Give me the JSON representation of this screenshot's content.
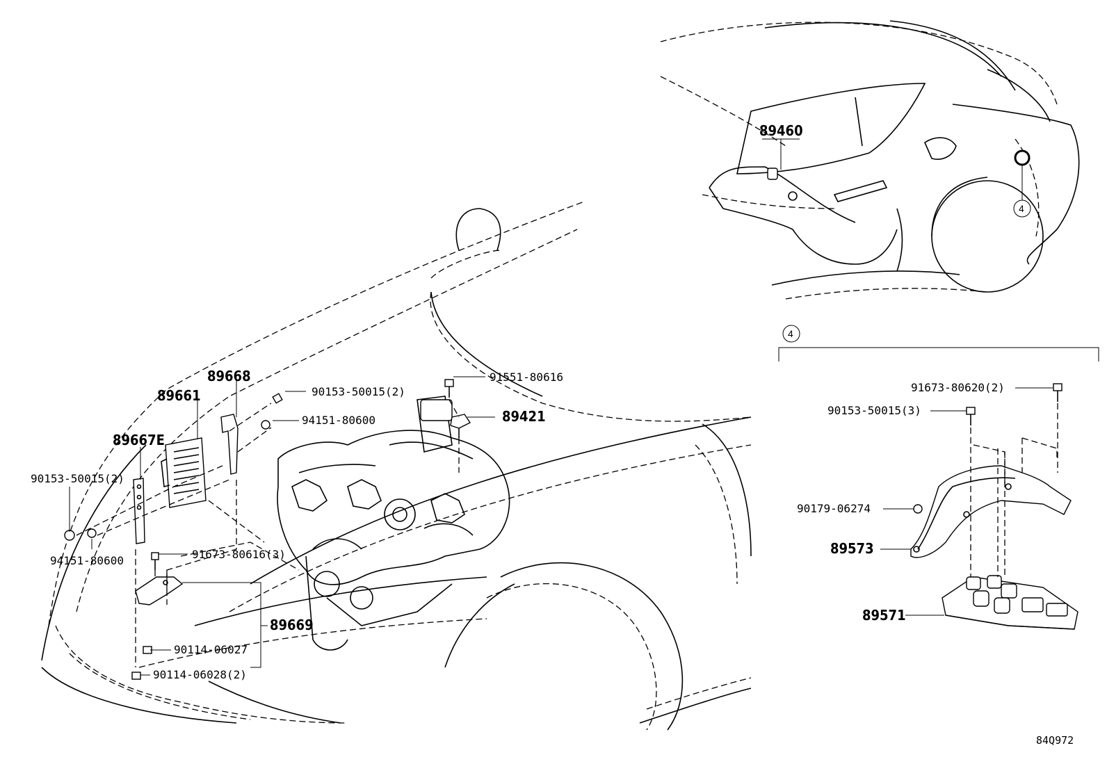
{
  "diagram_code": "84Q972",
  "detail_ref": "4",
  "callouts": [
    {
      "id": "89460",
      "text": "89460",
      "size": "big"
    },
    {
      "id": "89668",
      "text": "89668",
      "size": "big"
    },
    {
      "id": "89661",
      "text": "89661",
      "size": "big"
    },
    {
      "id": "89667E",
      "text": "89667E",
      "size": "big"
    },
    {
      "id": "89421",
      "text": "89421",
      "size": "big"
    },
    {
      "id": "89669",
      "text": "89669",
      "size": "big"
    },
    {
      "id": "89573",
      "text": "89573",
      "size": "big"
    },
    {
      "id": "89571",
      "text": "89571",
      "size": "big"
    },
    {
      "id": "90153-50015-2-a",
      "text": "90153-50015(2)",
      "size": "small"
    },
    {
      "id": "94151-80600-a",
      "text": "94151-80600",
      "size": "small"
    },
    {
      "id": "91551-80616",
      "text": "91551-80616",
      "size": "small"
    },
    {
      "id": "90153-50015-2-b",
      "text": "90153-50015(2)",
      "size": "small"
    },
    {
      "id": "94151-80600-b",
      "text": "94151-80600",
      "size": "small"
    },
    {
      "id": "91673-80616-3",
      "text": "91673-80616(3)",
      "size": "small"
    },
    {
      "id": "90114-06027",
      "text": "90114-06027",
      "size": "small"
    },
    {
      "id": "90114-06028-2",
      "text": "90114-06028(2)",
      "size": "small"
    },
    {
      "id": "91673-80620-2",
      "text": "91673-80620(2)",
      "size": "small"
    },
    {
      "id": "90153-50015-3",
      "text": "90153-50015(3)",
      "size": "small"
    },
    {
      "id": "90179-06274",
      "text": "90179-06274",
      "size": "small"
    }
  ]
}
